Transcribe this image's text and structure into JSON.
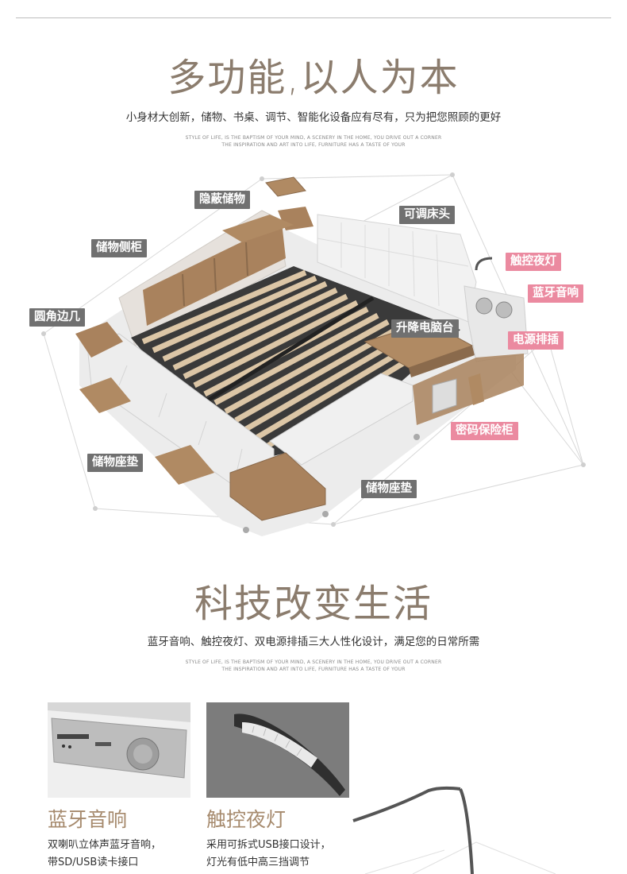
{
  "section1": {
    "title": "多功能,以人为本",
    "subtitle": "小身材大创新，储物、书桌、调节、智能化设备应有尽有，只为把您照顾的更好",
    "tagline_line1": "STYLE OF LIFE, IS THE BAPTISM OF YOUR MIND, A SCENERY IN THE HOME, YOU DRIVE OUT A CORNER",
    "tagline_line2": "THE INSPIRATION AND ART INTO LIFE, FURNITURE HAS A TASTE OF YOUR"
  },
  "labels": {
    "hidden_storage": "隐蔽储物",
    "side_cabinet": "储物侧柜",
    "round_corner_table": "圆角边几",
    "storage_seat_left": "储物座垫",
    "storage_seat_right": "储物座垫",
    "adjustable_headboard": "可调床头",
    "touch_night_light": "触控夜灯",
    "bluetooth_speaker": "蓝牙音响",
    "lift_computer_desk": "升降电脑台",
    "power_strip": "电源排插",
    "password_safe": "密码保险柜"
  },
  "section2": {
    "title": "科技改变生活",
    "subtitle": "蓝牙音响、触控夜灯、双电源排插三大人性化设计，满足您的日常所需",
    "tagline_line1": "STYLE OF LIFE, IS THE BAPTISM OF YOUR MIND, A SCENERY IN THE HOME, YOU DRIVE OUT A CORNER",
    "tagline_line2": "THE INSPIRATION AND ART INTO LIFE, FURNITURE HAS A TASTE OF YOUR"
  },
  "features": [
    {
      "title": "蓝牙音响",
      "desc_line1": "双喇叭立体声蓝牙音响，",
      "desc_line2": "带SD/USB读卡接口"
    },
    {
      "title": "触控夜灯",
      "desc_line1": "采用可拆式USB接口设计，",
      "desc_line2": "灯光有低中高三挡调节"
    }
  ],
  "colors": {
    "title": "#8b7c6d",
    "feature_title": "#a68a6d",
    "label_gray": "#707070",
    "label_pink": "#eb8aa0",
    "wood": "#a9825d"
  }
}
